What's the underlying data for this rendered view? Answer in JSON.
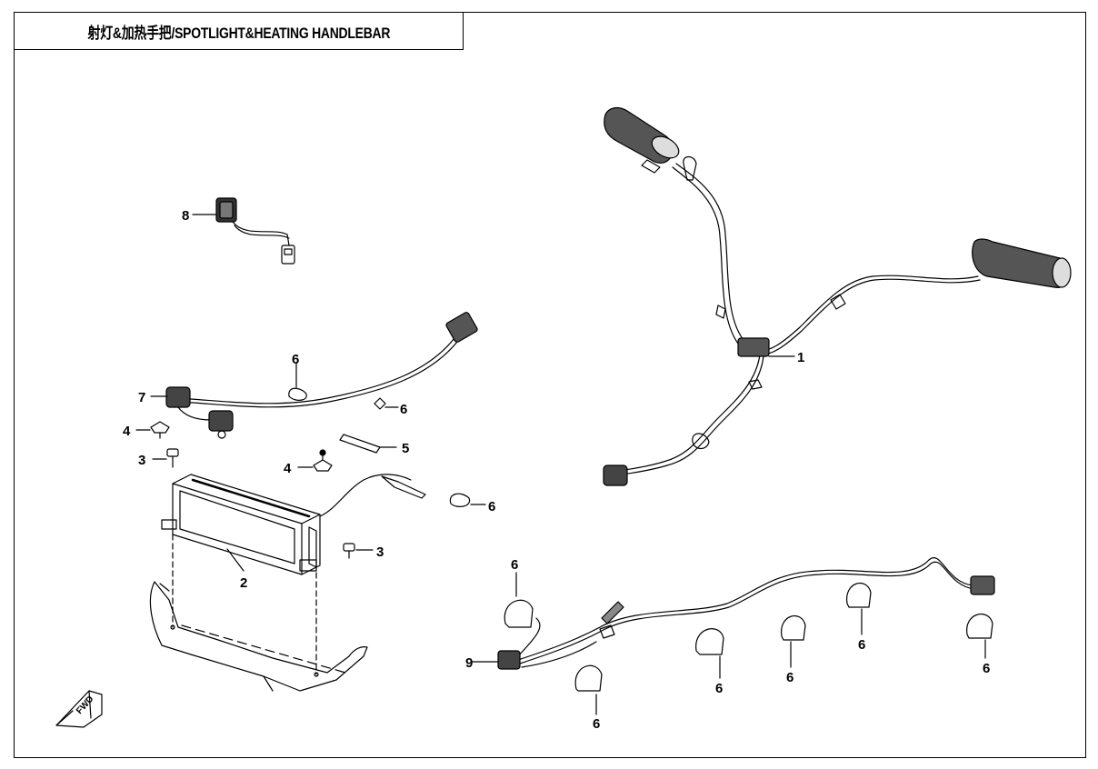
{
  "title": "射灯&加热手把/SPOTLIGHT&HEATING HANDLEBAR",
  "callouts": {
    "c1": "1",
    "c2": "2",
    "c3a": "3",
    "c3b": "3",
    "c4a": "4",
    "c4b": "4",
    "c5": "5",
    "c6a": "6",
    "c6b": "6",
    "c6c": "6",
    "c6d": "6",
    "c6e": "6",
    "c6f": "6",
    "c6g": "6",
    "c6h": "6",
    "c6i": "6",
    "c7": "7",
    "c8": "8",
    "c9": "9"
  },
  "fwd_label": "FWD"
}
